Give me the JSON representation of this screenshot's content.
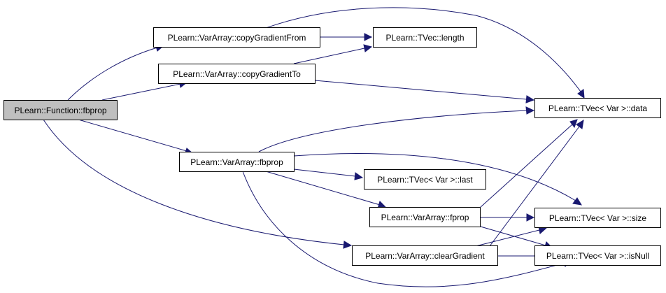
{
  "diagram": {
    "colors": {
      "edge": "#191970",
      "node_border": "#000000",
      "root_fill": "#bfbfbf",
      "node_fill": "#ffffff"
    },
    "nodes": {
      "root": "PLearn::Function::fbprop",
      "copy_from": "PLearn::VarArray::copyGradientFrom",
      "copy_to": "PLearn::VarArray::copyGradientTo",
      "length": "PLearn::TVec::length",
      "data": "PLearn::TVec< Var >::data",
      "fbprop": "PLearn::VarArray::fbprop",
      "last": "PLearn::TVec< Var >::last",
      "fprop": "PLearn::VarArray::fprop",
      "size": "PLearn::TVec< Var >::size",
      "clear": "PLearn::VarArray::clearGradient",
      "isnull": "PLearn::TVec< Var >::isNull"
    },
    "edges": [
      [
        "root",
        "copy_from"
      ],
      [
        "root",
        "copy_to"
      ],
      [
        "root",
        "fbprop"
      ],
      [
        "root",
        "clear"
      ],
      [
        "copy_from",
        "length"
      ],
      [
        "copy_from",
        "data"
      ],
      [
        "copy_to",
        "length"
      ],
      [
        "copy_to",
        "data"
      ],
      [
        "fbprop",
        "data"
      ],
      [
        "fbprop",
        "last"
      ],
      [
        "fbprop",
        "fprop"
      ],
      [
        "fbprop",
        "size"
      ],
      [
        "fbprop",
        "isnull"
      ],
      [
        "fprop",
        "data"
      ],
      [
        "fprop",
        "size"
      ],
      [
        "fprop",
        "isnull"
      ],
      [
        "clear",
        "data"
      ],
      [
        "clear",
        "size"
      ],
      [
        "clear",
        "isnull"
      ]
    ]
  }
}
